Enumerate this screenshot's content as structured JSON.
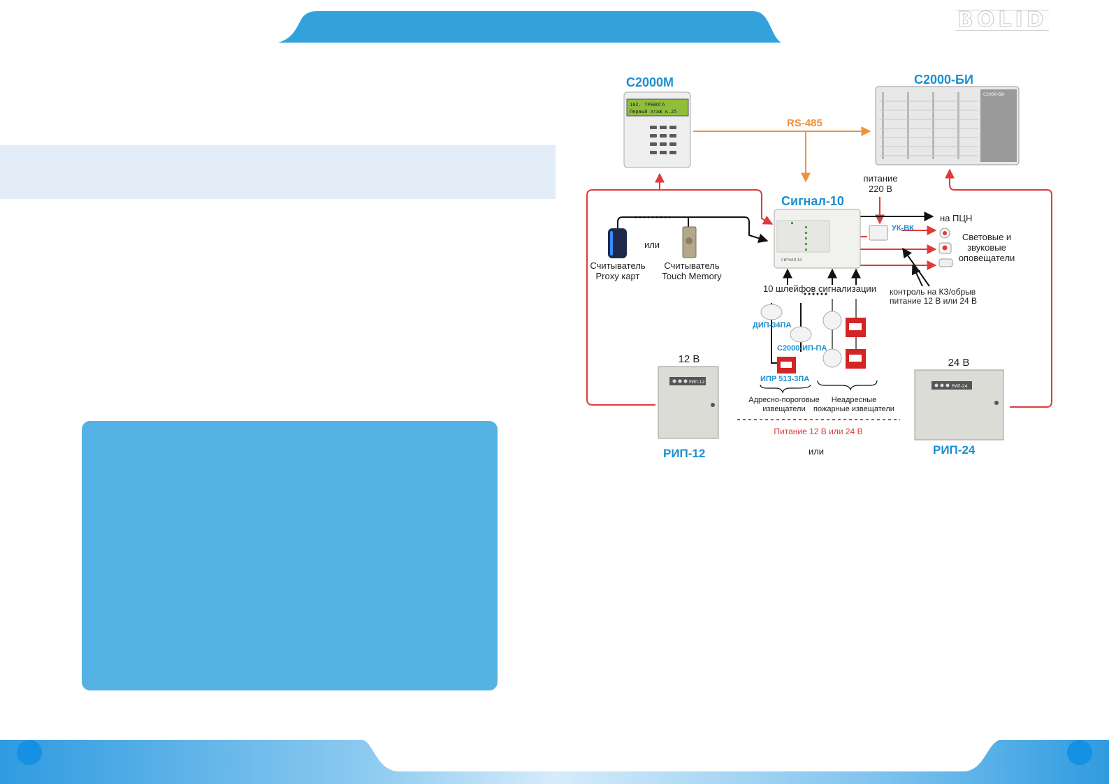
{
  "header": {
    "logo_text": "BOLID"
  },
  "diagram": {
    "devices": {
      "c2000m": "С2000М",
      "c2000bi": "С2000-БИ",
      "signal10": "Сигнал-10",
      "uk_vk": "УК-ВК",
      "dip_34pa": "ДИП-34ПА",
      "c2000_ip_pa": "С2000-ИП-ПА",
      "ipr_513_3pa": "ИПР 513-3ПА",
      "rip12": "РИП-12",
      "rip24": "РИП-24"
    },
    "screen": {
      "line1": "102. ТРЕВОГА",
      "line2": "Первый этаж к.25"
    },
    "device_marks": {
      "signal10_front": "СИГНАЛ-10",
      "rip12_front": "РИП-12",
      "rip24_front": "РИП-24",
      "bi_front": "С2000-БИ"
    },
    "labels": {
      "rs485": "RS-485",
      "power_220_line1": "питание",
      "power_220_line2": "220 В",
      "to_pcn": "на ПЦН",
      "notifiers_line1": "Световые и",
      "notifiers_line2": "звуковые",
      "notifiers_line3": "оповещатели",
      "or_readers": "или",
      "reader_proxy_line1": "Считыватель",
      "reader_proxy_line2": "Proxy карт",
      "reader_tm_line1": "Считыватель",
      "reader_tm_line2": "Touch Memory",
      "loops": "10 шлейфов сигнализации",
      "control_line1": "контроль на КЗ/обрыв",
      "control_line2": "питание 12 В или 24 В",
      "v12": "12 В",
      "v24": "24 В",
      "addr_line1": "Адресно-пороговые",
      "addr_line2": "извещатели",
      "nonaddr_line1": "Неадресные",
      "nonaddr_line2": "пожарные извещатели",
      "power_12_24": "Питание 12 В или 24 В",
      "or_power": "или"
    }
  },
  "colors": {
    "accent_blue": "#33a2dc",
    "box_blue": "#55b2e4",
    "band_light": "#e2edf8",
    "device_label_blue": "#1a8fd1",
    "orange_line": "#f0923c",
    "red_line": "#e03a3a"
  }
}
